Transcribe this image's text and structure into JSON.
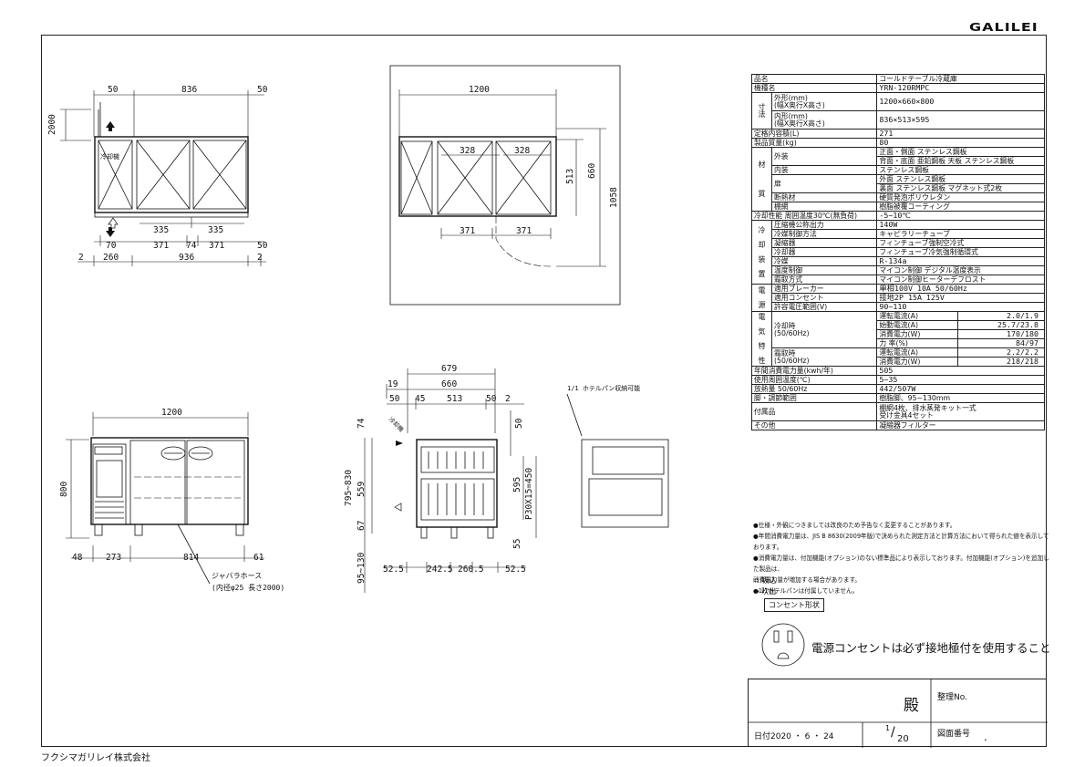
{
  "header": {
    "logo": "GALILEI"
  },
  "footer": {
    "company": "フクシマガリレイ株式会社"
  },
  "spec": {
    "product_name": {
      "label": "品名",
      "value": "コールドテーブル冷蔵庫"
    },
    "model": {
      "label": "機種名",
      "value": "YRN-120RMPC"
    },
    "dims": {
      "group": [
        "寸",
        "法"
      ],
      "outer_label": "外形(mm)",
      "outer_sub": "(幅X奥行X高さ)",
      "outer_value": "1200×660×800",
      "inner_label": "内形(mm)",
      "inner_sub": "(幅X奥行X高さ)",
      "inner_value": "836×513×595"
    },
    "capacity": {
      "label": "定格内容積(L)",
      "value": "271"
    },
    "weight": {
      "label": "製品質量(kg)",
      "value": "80"
    },
    "material": {
      "group": [
        "材",
        "質"
      ],
      "exterior_label": "外装",
      "exterior_1": "正面・側面 ステンレス鋼板",
      "exterior_2": "背面・底面 亜鉛鋼板  天板 ステンレス鋼板",
      "interior_label": "内装",
      "interior_value": "ステンレス鋼板",
      "door_label": "扉",
      "door_1": "外面 ステンレス鋼板",
      "door_2": "裏面 ステンレス鋼板 マグネット式2枚",
      "insulation_label": "断熱材",
      "insulation_value": "硬質発泡ポリウレタン",
      "shelf_label": "棚網",
      "shelf_value": "樹脂被覆コーティング"
    },
    "cooling": {
      "label": "冷却性能 周囲温度30℃(無負荷)",
      "value": "-5~10℃"
    },
    "refrigeration": {
      "group": [
        "冷",
        "却",
        "装",
        "置"
      ],
      "rows": [
        [
          "圧縮機公称出力",
          "140W"
        ],
        [
          "冷媒制御方法",
          "キャピラリーチューブ"
        ],
        [
          "凝縮器",
          "フィンチューブ強制空冷式"
        ],
        [
          "冷却器",
          "フィンチューブ冷気強制循環式"
        ],
        [
          "冷媒",
          "R-134a"
        ],
        [
          "温度制御",
          "マイコン制御 デジタル温度表示"
        ],
        [
          "霜取方式",
          "マイコン制御ヒーターデフロスト"
        ]
      ]
    },
    "power": {
      "group": [
        "電",
        "源"
      ],
      "rows": [
        [
          "適用ブレーカー",
          "単相100V 10A 50/60Hz"
        ],
        [
          "適用コンセント",
          "接地2P 15A 125V"
        ],
        [
          "許容電圧範囲(V)",
          "90~110"
        ]
      ]
    },
    "electrical": {
      "group": [
        "電",
        "気",
        "特",
        "性"
      ],
      "cooling_label": "冷却時",
      "cooling_hz": "(50/60Hz)",
      "defrost_label": "霜取時",
      "defrost_hz": "(50/60Hz)",
      "rows": [
        [
          "運転電流(A)",
          "2.0/1.9"
        ],
        [
          "始動電流(A)",
          "25.7/23.8"
        ],
        [
          "消費電力(W)",
          "170/180"
        ],
        [
          "力 率(%)",
          "84/97"
        ],
        [
          "運転電流(A)",
          "2.2/2.2"
        ],
        [
          "消費電力(W)",
          "218/218"
        ]
      ]
    },
    "extra": [
      [
        "年間消費電力量(kwh/年)",
        "505"
      ],
      [
        "使用周囲温度(℃)",
        "5~35"
      ],
      [
        "放熱量 50/60Hz",
        "442/507W"
      ],
      [
        "脚・調節範囲",
        "樹脂脚、95~130mm"
      ]
    ],
    "accessories": {
      "label": "付属品",
      "value_1": "棚網4枚、排水蒸発キット一式",
      "value_2": "受け金具4セット"
    },
    "other": {
      "label": "その他",
      "value": "凝縮器フィルター"
    }
  },
  "notes": [
    "●仕様・外観につきましては改良のため予告なく変更することがあります。",
    "●年間消費電力量は、JIS B 8630(2009年版)で決められた測定方法と計算方法において得られた値を表示しております。",
    "●消費電力量は、付加機能(オプション)のない標準品により表示しております。付加機能(オプション)を追加した製品は、",
    "  消費電力量が増加する場合があります。",
    "●1/1ホテルパンは付属していません。"
  ],
  "legend": {
    "intake": "吸込",
    "exhaust": "吹出",
    "outlet_button": "コンセント形状",
    "outlet_note": "電源コンセントは必ず接地極付を使用すること"
  },
  "titleblock": {
    "to": "殿",
    "mgmt_no": "整理No.",
    "date": "日付2020 ・ 6 ・ 24",
    "scale_num": "1",
    "scale_den": "20",
    "drawing_no": "図面番号",
    "drawing_dot": "."
  },
  "drawing": {
    "front_top": {
      "d50a": "50",
      "d836": "836",
      "d50b": "50",
      "h2000": "2000",
      "d335a": "335",
      "d335b": "335",
      "d70": "70",
      "d371a": "371",
      "d74": "74",
      "d371b": "371",
      "d50c": "50",
      "d2a": "2",
      "d260": "260",
      "d936": "936",
      "d2b": "2",
      "tag": "冷却機"
    },
    "plan": {
      "d1200": "1200",
      "d328a": "328",
      "d328b": "328",
      "d513": "513",
      "d660": "660",
      "d1058": "1058",
      "d371a": "371",
      "d371b": "371"
    },
    "front": {
      "d1200": "1200",
      "h800": "800",
      "d48": "48",
      "d273": "273",
      "d814": "814",
      "d61": "61",
      "hose_1": "ジャバラホース",
      "hose_2": "(内径φ25 長さ2000)"
    },
    "side": {
      "d679": "679",
      "d19": "19",
      "d660": "660",
      "d50a": "50",
      "d45": "45",
      "d513": "513",
      "d50b": "50",
      "d2": "2",
      "d74": "74",
      "d559": "559",
      "d67": "67",
      "range": "795~830",
      "leg": "95~130",
      "d50c": "50",
      "pitch": "P30X15=450",
      "d595": "595",
      "d55": "55",
      "b52a": "52.5",
      "b242": "242.5",
      "b260": "260.5",
      "b52b": "52.5",
      "tag": "冷却機"
    },
    "hotel": {
      "label": "1/1 ホテルパン収納可能"
    }
  }
}
